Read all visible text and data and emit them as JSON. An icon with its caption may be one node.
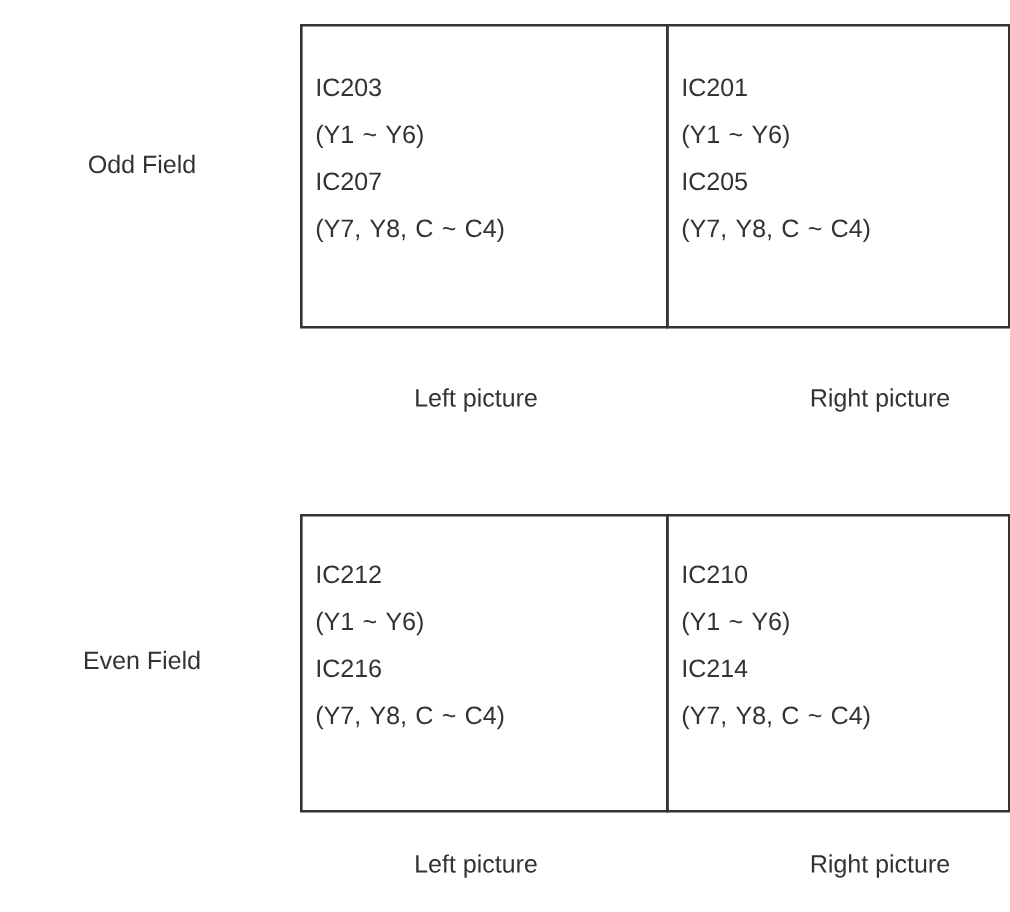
{
  "diagram": {
    "nodes": [
      {
        "text": [
          "IC203",
          "(Y1 ~ Y6)",
          "IC207",
          "(Y7, Y8, C ~ C4)"
        ]
      },
      {
        "text": [
          "IC201",
          "(Y1 ~ Y6)",
          "IC205",
          "(Y7, Y8, C ~ C4)"
        ]
      },
      {
        "text": [
          "IC212",
          "(Y1 ~ Y6)",
          "IC216",
          "(Y7, Y8, C ~ C4)"
        ]
      },
      {
        "text": [
          "IC210",
          "(Y1 ~ Y6)",
          "IC214",
          "(Y7, Y8, C ~ C4)"
        ]
      }
    ],
    "labels": [
      "Odd Field",
      "Left picture",
      "Right picture",
      "Even Field",
      "Left picture",
      "Right picture"
    ]
  }
}
